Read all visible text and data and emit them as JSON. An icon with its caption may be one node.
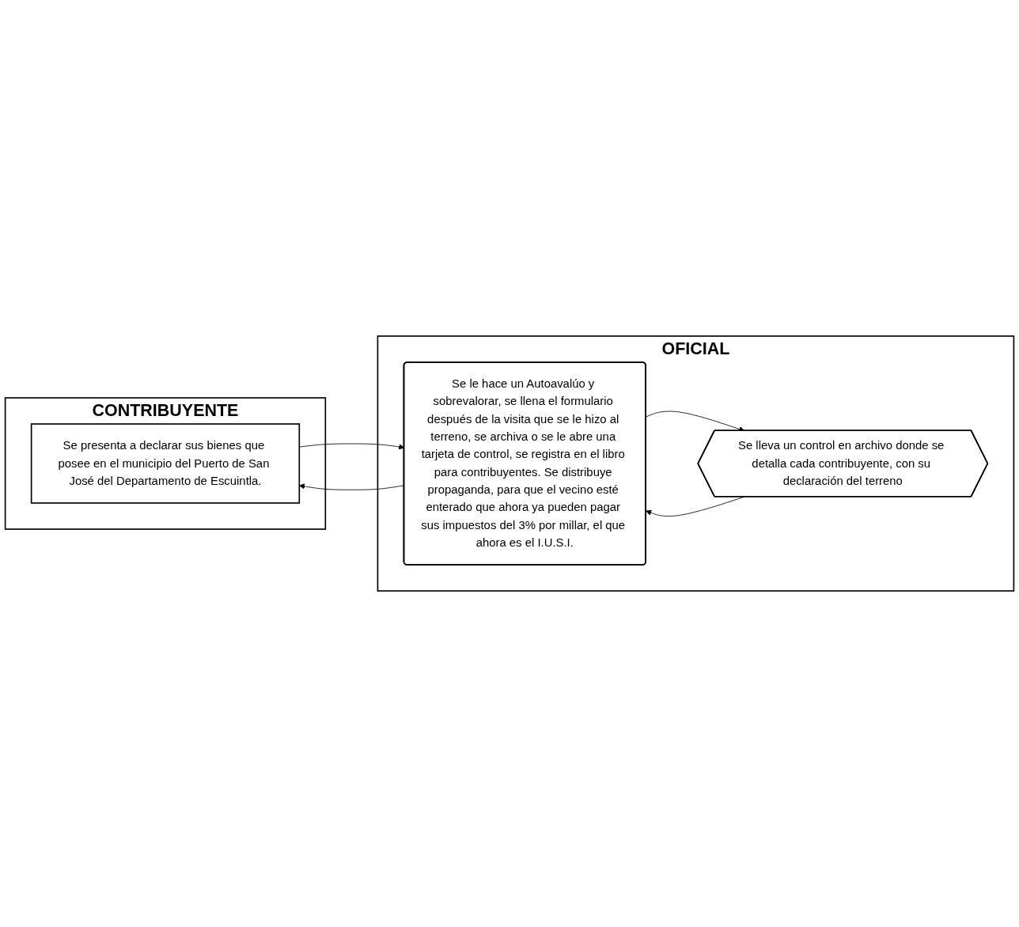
{
  "diagram": {
    "nodes": [
      {
        "text": [
          "CONTRIBUYENTE"
        ]
      },
      {
        "text": [
          "OFICIAL"
        ]
      },
      {
        "text": [
          "Se presenta a declarar sus bienes que posee en el municipio del Puerto de San José del Departamento de Escuintla."
        ],
        "in": 0
      },
      {
        "text": [
          "Se le hace un Autoavalúo y sobrevalorar, se llena el formulario después de la visita que se le hizo al terreno, se archiva o se le abre una tarjeta de control, se registra en el libro para contribuyentes. Se distribuye propaganda, para que el vecino esté enterado que ahora ya pueden pagar sus impuestos del 3% por millar, el que ahora es el I.U.S.I."
        ],
        "in": 1
      },
      {
        "text": [
          "Se lleva un control en archivo donde se detalla cada contribuyente, con su declaración del terreno"
        ],
        "in": 1
      }
    ],
    "edges": [
      {
        "from": 2,
        "to": 3,
        "arrow": "to"
      },
      {
        "from": 3,
        "to": 2,
        "arrow": "to"
      },
      {
        "from": 3,
        "to": 4,
        "arrow": "to"
      },
      {
        "from": 4,
        "to": 3,
        "arrow": "to"
      }
    ]
  }
}
